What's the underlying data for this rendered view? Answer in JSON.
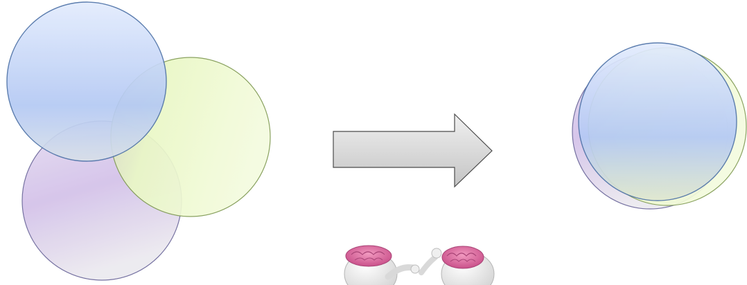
{
  "diagram": {
    "left_group": [
      {
        "id": "purple-circle",
        "color": "#c9b6df",
        "edge": "#6e6a9c"
      },
      {
        "id": "green-circle",
        "color": "#e6f7b8",
        "edge": "#7f9a52"
      },
      {
        "id": "blue-circle",
        "color": "#b8cdf6",
        "edge": "#4f73a8"
      }
    ],
    "arrow": {
      "direction": "right",
      "fill": "#d4d4d4",
      "stroke": "#4a4a4a"
    },
    "right_group": [
      {
        "id": "purple-circle",
        "color": "#c9b6df",
        "edge": "#6e6a9c"
      },
      {
        "id": "green-circle",
        "color": "#e6f7b8",
        "edge": "#7f9a52"
      },
      {
        "id": "blue-circle",
        "color": "#b8cdf6",
        "edge": "#4f73a8"
      }
    ],
    "illustration": {
      "icon": "brain-swap-figures-icon",
      "brain_color": "#e07aa8",
      "figure_color": "#f2f2f2"
    }
  }
}
